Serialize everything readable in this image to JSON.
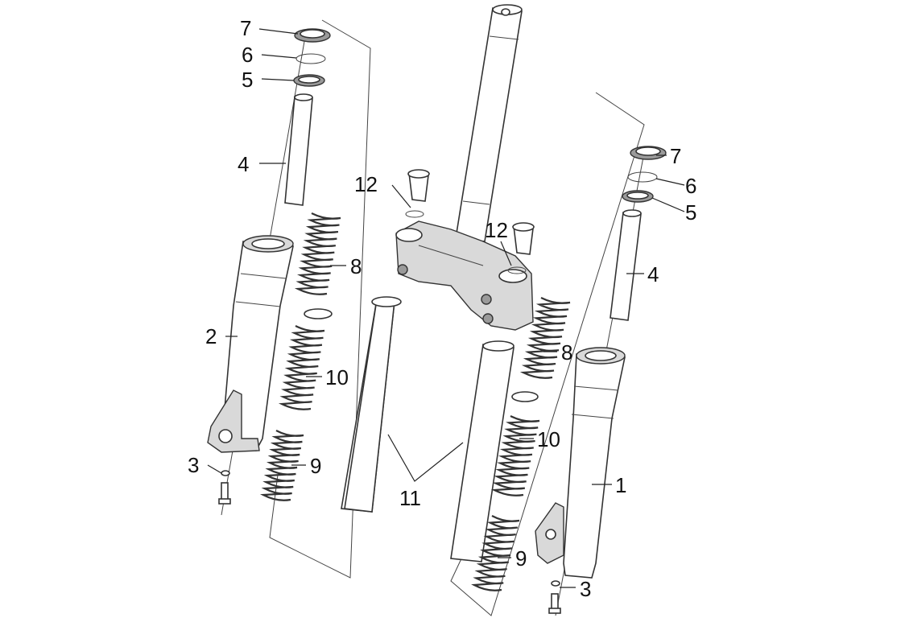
{
  "diagram": {
    "title": "Front fork exploded view",
    "labels": {
      "left_7": "7",
      "left_6": "6",
      "left_5": "5",
      "left_4": "4",
      "left_2": "2",
      "left_3": "3",
      "left_8": "8",
      "left_10": "10",
      "left_9": "9",
      "left_12": "12",
      "center_11": "11",
      "right_12": "12",
      "right_7": "7",
      "right_6": "6",
      "right_5": "5",
      "right_4": "4",
      "right_8": "8",
      "right_10": "10",
      "right_1": "1",
      "right_9": "9",
      "right_3": "3"
    }
  }
}
